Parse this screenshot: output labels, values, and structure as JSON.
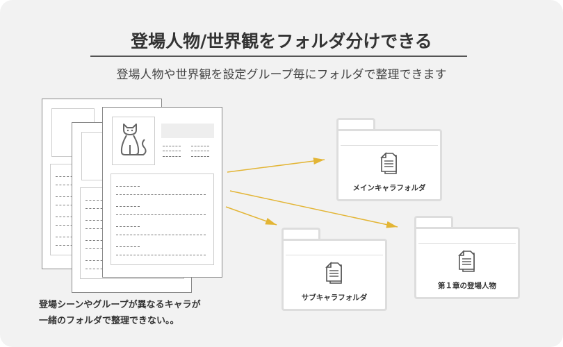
{
  "title": "登場人物/世界観をフォルダ分けできる",
  "subtitle": "登場人物や世界観を設定グループ毎にフォルダで整理できます",
  "folders": [
    {
      "label": "メインキャラフォルダ",
      "icon": "documents-icon"
    },
    {
      "label": "サブキャラフォルダ",
      "icon": "documents-icon"
    },
    {
      "label": "第１章の登場人物",
      "icon": "documents-icon"
    }
  ],
  "caption": {
    "line1": "登場シーンやグループが異なるキャラが",
    "line2": "一緒のフォルダで整理できない。。"
  },
  "colors": {
    "arrow": "#e3b535",
    "background": "#f2f2f2"
  }
}
